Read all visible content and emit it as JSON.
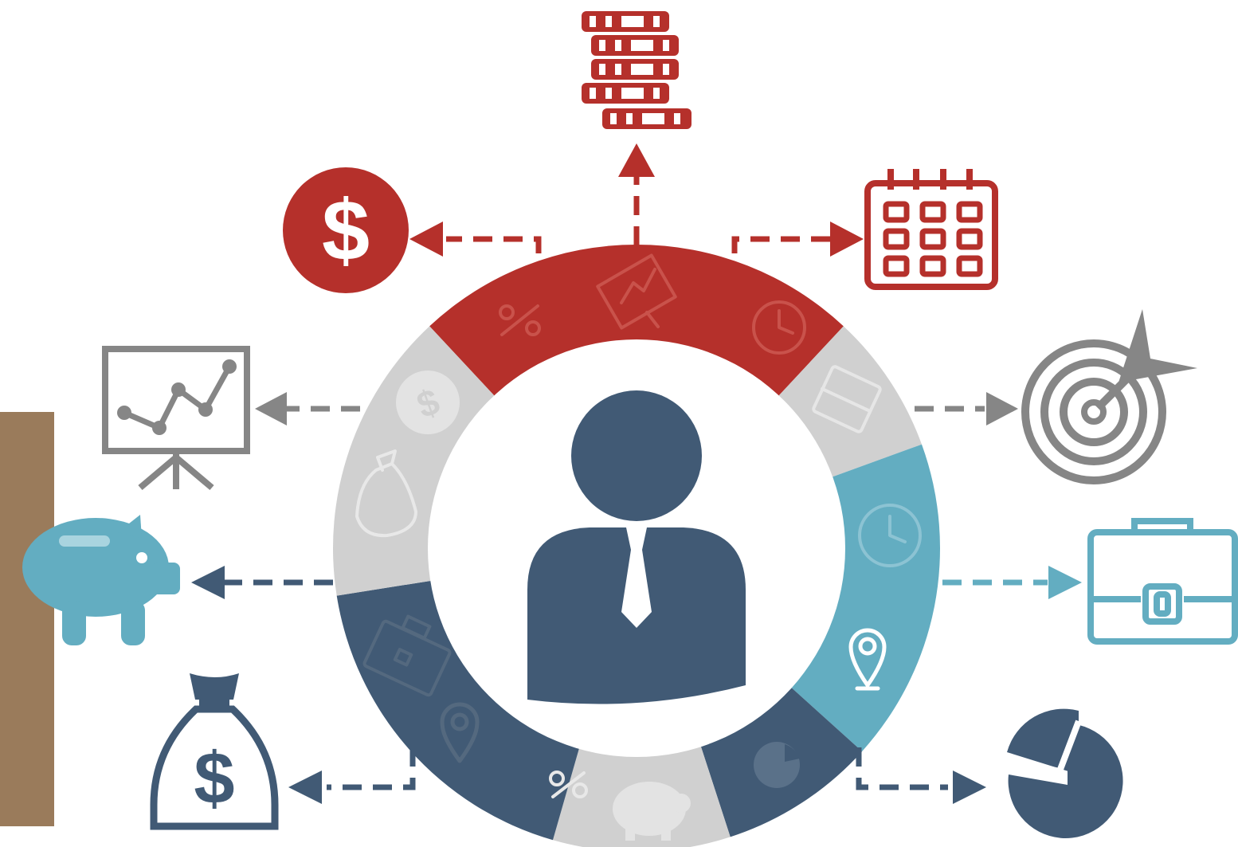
{
  "colors": {
    "red": "#b5302b",
    "blue": "#415a75",
    "teal": "#63adc1",
    "light_gray": "#d0d0d0",
    "mid_gray": "#868686",
    "side_bar": "#9a7b5b",
    "white": "#ffffff"
  },
  "ring": {
    "segments": [
      {
        "name": "red-top",
        "color_key": "red",
        "icons": [
          "percent-icon",
          "chart-board-icon",
          "clock-icon"
        ]
      },
      {
        "name": "gray-right",
        "color_key": "light_gray",
        "icons": [
          "calendar-icon"
        ]
      },
      {
        "name": "teal-right",
        "color_key": "teal",
        "icons": [
          "clock-icon",
          "location-pin-icon"
        ]
      },
      {
        "name": "blue-bottom-right",
        "color_key": "blue",
        "icons": [
          "pie-chart-icon"
        ]
      },
      {
        "name": "gray-bottom",
        "color_key": "light_gray",
        "icons": [
          "percent-icon",
          "piggy-bank-icon"
        ]
      },
      {
        "name": "blue-left",
        "color_key": "blue",
        "icons": [
          "briefcase-icon",
          "location-pin-icon"
        ]
      },
      {
        "name": "gray-left",
        "color_key": "light_gray",
        "icons": [
          "money-bag-icon",
          "dollar-coin-icon"
        ]
      }
    ]
  },
  "center": {
    "icon": "businessman-icon",
    "color_key": "blue"
  },
  "outer_icons": [
    {
      "name": "coin-stack-icon",
      "color_key": "red"
    },
    {
      "name": "dollar-coin-icon",
      "color_key": "red"
    },
    {
      "name": "calendar-icon",
      "color_key": "red"
    },
    {
      "name": "chart-board-icon",
      "color_key": "mid_gray"
    },
    {
      "name": "target-icon",
      "color_key": "mid_gray"
    },
    {
      "name": "piggy-bank-icon",
      "color_key": "teal"
    },
    {
      "name": "briefcase-icon",
      "color_key": "teal"
    },
    {
      "name": "money-bag-icon",
      "color_key": "blue"
    },
    {
      "name": "pie-chart-icon",
      "color_key": "blue"
    }
  ]
}
